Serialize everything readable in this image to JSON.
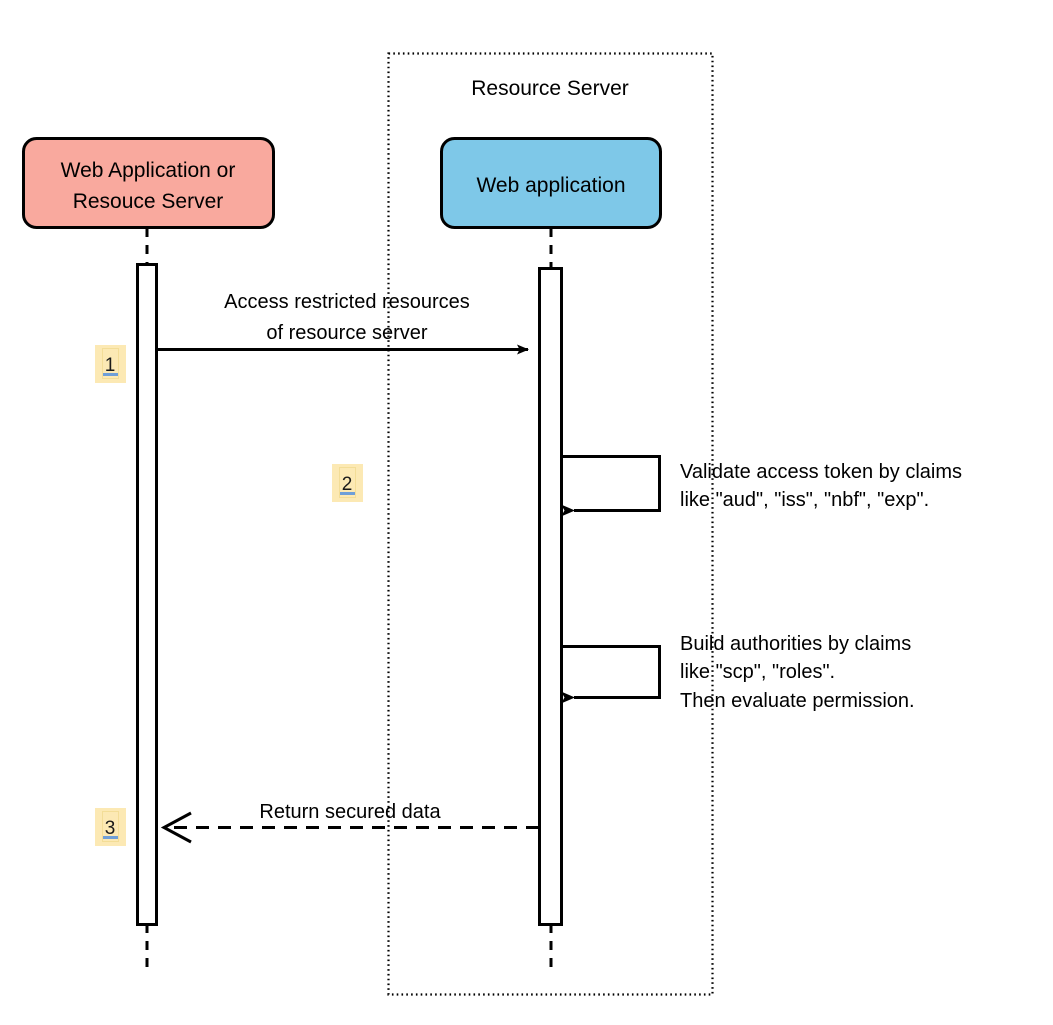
{
  "diagram": {
    "type": "uml-sequence-diagram",
    "background": "#ffffff",
    "frame": {
      "title": "Resource Server",
      "border_style": "dotted",
      "border_color": "#000000"
    },
    "participants": [
      {
        "id": "client",
        "label_line1": "Web Application or",
        "label_line2": "Resouce Server",
        "fill": "#f9a99e",
        "stroke": "#000000"
      },
      {
        "id": "resource-web-app",
        "label_line1": "Web application",
        "label_line2": "",
        "fill": "#7ec8e8",
        "stroke": "#000000"
      }
    ],
    "steps": [
      {
        "number": "1",
        "kind": "call",
        "from": "client",
        "to": "resource-web-app",
        "line_style": "solid",
        "arrow_style": "filled",
        "label_line1": "Access restricted resources",
        "label_line2": "of resource server"
      },
      {
        "number": "2",
        "kind": "self-call",
        "from": "resource-web-app",
        "to": "resource-web-app",
        "line_style": "solid",
        "arrow_style": "filled",
        "note_line1": "Validate access token by claims",
        "note_line2": "like \"aud\", \"iss\", \"nbf\", \"exp\".",
        "note_line3": ""
      },
      {
        "number": "",
        "kind": "self-call",
        "from": "resource-web-app",
        "to": "resource-web-app",
        "line_style": "solid",
        "arrow_style": "filled",
        "note_line1": "Build authorities by claims",
        "note_line2": "like \"scp\", \"roles\".",
        "note_line3": "Then evaluate permission."
      },
      {
        "number": "3",
        "kind": "return",
        "from": "resource-web-app",
        "to": "client",
        "line_style": "dashed",
        "arrow_style": "open",
        "label_line1": "Return secured data",
        "label_line2": ""
      }
    ],
    "badge_style": {
      "fill": "#fce9b4",
      "inner_border": "#f2d98a",
      "underline_color": "#6f9fd8",
      "text_color": "#1a1a1a"
    }
  }
}
